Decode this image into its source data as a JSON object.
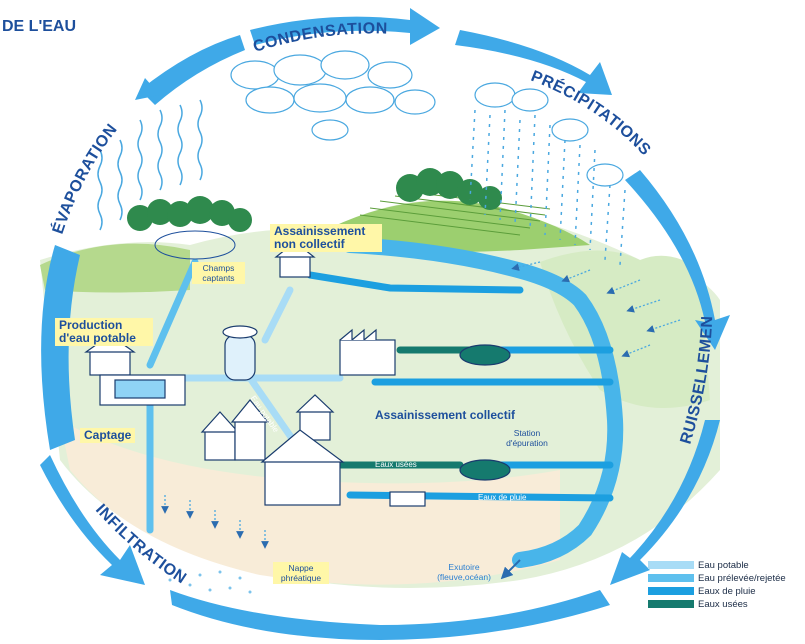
{
  "title": "DE L'EAU",
  "cycle_labels": {
    "condensation": "CONDENSATION",
    "precipitations": "PRÉCIPITATIONS",
    "ruissellement": "RUISSELLEMENT",
    "infiltration": "INFILTRATION",
    "evaporation": "ÉVAPORATION"
  },
  "labels": {
    "assainissement_non_collectif": "Assainissement non collectif",
    "champs_captants": "Champs captants",
    "production_eau_potable": "Production d'eau potable",
    "captage": "Captage",
    "eau_potable_pipe": "Eau potable",
    "assainissement_collectif": "Assainissement collectif",
    "station_epuration": "Station d'épuration",
    "eaux_usees_pipe": "Eaux usées",
    "eaux_de_pluie_pipe": "Eaux de pluie",
    "nappe_phreatique": "Nappe phréatique",
    "exutoire": "Exutoire (fleuve,océan)"
  },
  "legend": [
    {
      "label": "Eau potable",
      "color": "#a8dcf6"
    },
    {
      "label": "Eau prélevée/rejetée",
      "color": "#5ec0ee"
    },
    {
      "label": "Eaux de pluie",
      "color": "#1c9fe0"
    },
    {
      "label": "Eaux usées",
      "color": "#157a6e"
    }
  ],
  "colors": {
    "cycle_arrow": "#3fa9e8",
    "label_blue": "#1d4f9c",
    "label_bg": "#fff7a8",
    "land": "#e3f0d8",
    "river": "#48b5ea",
    "forest": "#2f8a4d"
  }
}
